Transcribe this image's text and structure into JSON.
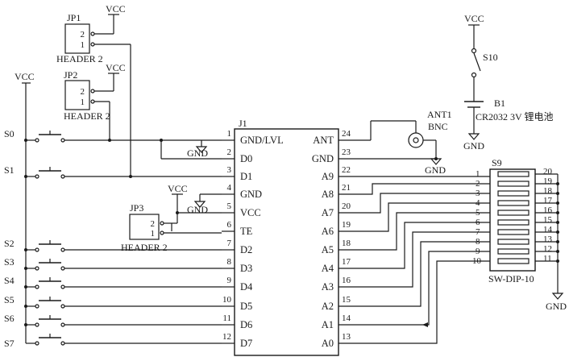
{
  "vcc_label": "VCC",
  "gnd_label": "GND",
  "ic": {
    "ref": "J1",
    "left_pins": [
      {
        "num": "1",
        "name": "GND/LVL"
      },
      {
        "num": "2",
        "name": "D0"
      },
      {
        "num": "3",
        "name": "D1"
      },
      {
        "num": "4",
        "name": "GND"
      },
      {
        "num": "5",
        "name": "VCC"
      },
      {
        "num": "6",
        "name": "TE"
      },
      {
        "num": "7",
        "name": "D2"
      },
      {
        "num": "8",
        "name": "D3"
      },
      {
        "num": "9",
        "name": "D4"
      },
      {
        "num": "10",
        "name": "D5"
      },
      {
        "num": "11",
        "name": "D6"
      },
      {
        "num": "12",
        "name": "D7"
      }
    ],
    "right_pins": [
      {
        "num": "24",
        "name": "ANT"
      },
      {
        "num": "23",
        "name": "GND"
      },
      {
        "num": "22",
        "name": "A9"
      },
      {
        "num": "21",
        "name": "A8"
      },
      {
        "num": "20",
        "name": "A7"
      },
      {
        "num": "19",
        "name": "A6"
      },
      {
        "num": "18",
        "name": "A5"
      },
      {
        "num": "17",
        "name": "A4"
      },
      {
        "num": "16",
        "name": "A3"
      },
      {
        "num": "15",
        "name": "A2"
      },
      {
        "num": "14",
        "name": "A1"
      },
      {
        "num": "13",
        "name": "A0"
      }
    ]
  },
  "headers": [
    {
      "ref": "JP1",
      "type": "HEADER 2",
      "pin_hi": "2",
      "pin_lo": "1"
    },
    {
      "ref": "JP2",
      "type": "HEADER 2",
      "pin_hi": "2",
      "pin_lo": "1"
    },
    {
      "ref": "JP3",
      "type": "HEADER 2",
      "pin_hi": "2",
      "pin_lo": "1"
    }
  ],
  "switches": [
    "S0",
    "S1",
    "S2",
    "S3",
    "S4",
    "S5",
    "S6",
    "S7"
  ],
  "power_switch": "S10",
  "battery": {
    "ref": "B1",
    "desc": "CR2032 3V 锂电池"
  },
  "antenna": {
    "ref": "ANT1",
    "type": "BNC"
  },
  "dip": {
    "ref": "S9",
    "type": "SW-DIP-10",
    "left_pins": [
      "1",
      "2",
      "3",
      "4",
      "5",
      "6",
      "7",
      "8",
      "9",
      "10"
    ],
    "right_pins": [
      "20",
      "19",
      "18",
      "17",
      "16",
      "15",
      "14",
      "13",
      "12",
      "11"
    ]
  }
}
